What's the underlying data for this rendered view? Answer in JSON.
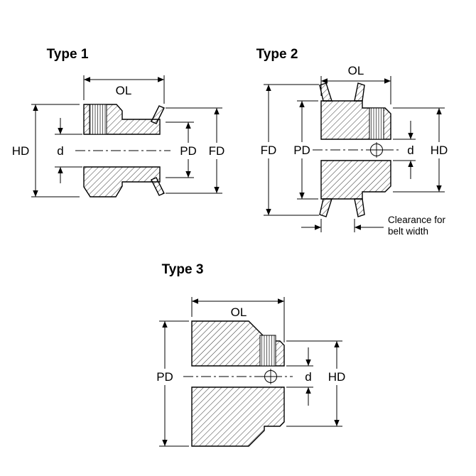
{
  "colors": {
    "title": "#2222cc",
    "line": "#000000"
  },
  "diagrams": {
    "type1": {
      "title": "Type 1",
      "labels": {
        "ol": "OL",
        "hd": "HD",
        "d": "d",
        "pd": "PD",
        "fd": "FD"
      }
    },
    "type2": {
      "title": "Type 2",
      "labels": {
        "ol": "OL",
        "fd": "FD",
        "pd": "PD",
        "d": "d",
        "hd": "HD"
      },
      "note_line1": "Clearance for",
      "note_line2": "belt width"
    },
    "type3": {
      "title": "Type 3",
      "labels": {
        "ol": "OL",
        "pd": "PD",
        "d": "d",
        "hd": "HD"
      }
    }
  }
}
